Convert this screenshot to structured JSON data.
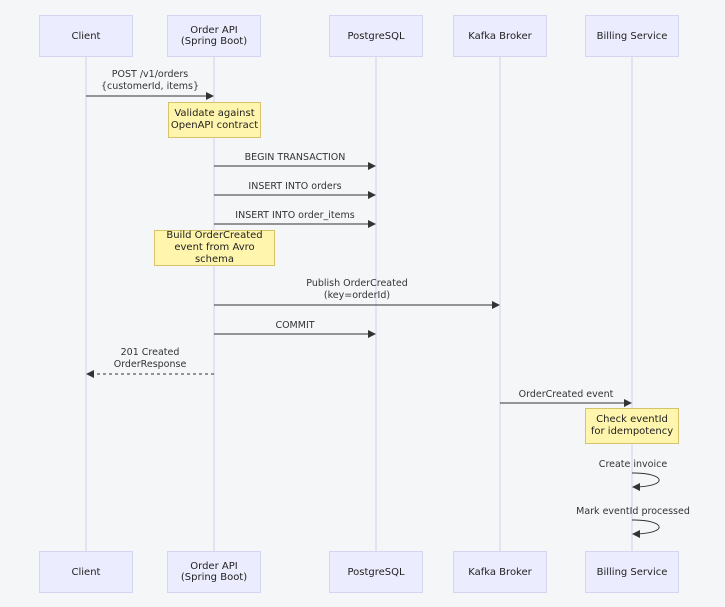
{
  "participants": [
    {
      "id": "client",
      "label": "Client"
    },
    {
      "id": "order_api",
      "label": "Order API\n(Spring Boot)"
    },
    {
      "id": "postgres",
      "label": "PostgreSQL"
    },
    {
      "id": "kafka",
      "label": "Kafka Broker"
    },
    {
      "id": "billing",
      "label": "Billing Service"
    }
  ],
  "messages": {
    "post_orders": "POST /v1/orders\n{customerId, items}",
    "begin_tx": "BEGIN TRANSACTION",
    "insert_orders": "INSERT INTO orders",
    "insert_items": "INSERT INTO order_items",
    "publish": "Publish OrderCreated\n(key=orderId)",
    "commit": "COMMIT",
    "created": "201 Created\nOrderResponse",
    "order_created_event": "OrderCreated event",
    "create_invoice": "Create invoice",
    "mark_processed": "Mark eventId processed"
  },
  "notes": {
    "validate": "Validate against\nOpenAPI contract",
    "build_event": "Build OrderCreated\nevent from Avro schema",
    "check_event": "Check eventId\nfor idempotency"
  },
  "colors": {
    "participant_fill": "#ececff",
    "participant_border": "#d4d6ef",
    "lifeline": "#cfd3f0",
    "note_fill": "#fff5ad",
    "note_border": "#d6c46a",
    "arrow": "#333333"
  }
}
